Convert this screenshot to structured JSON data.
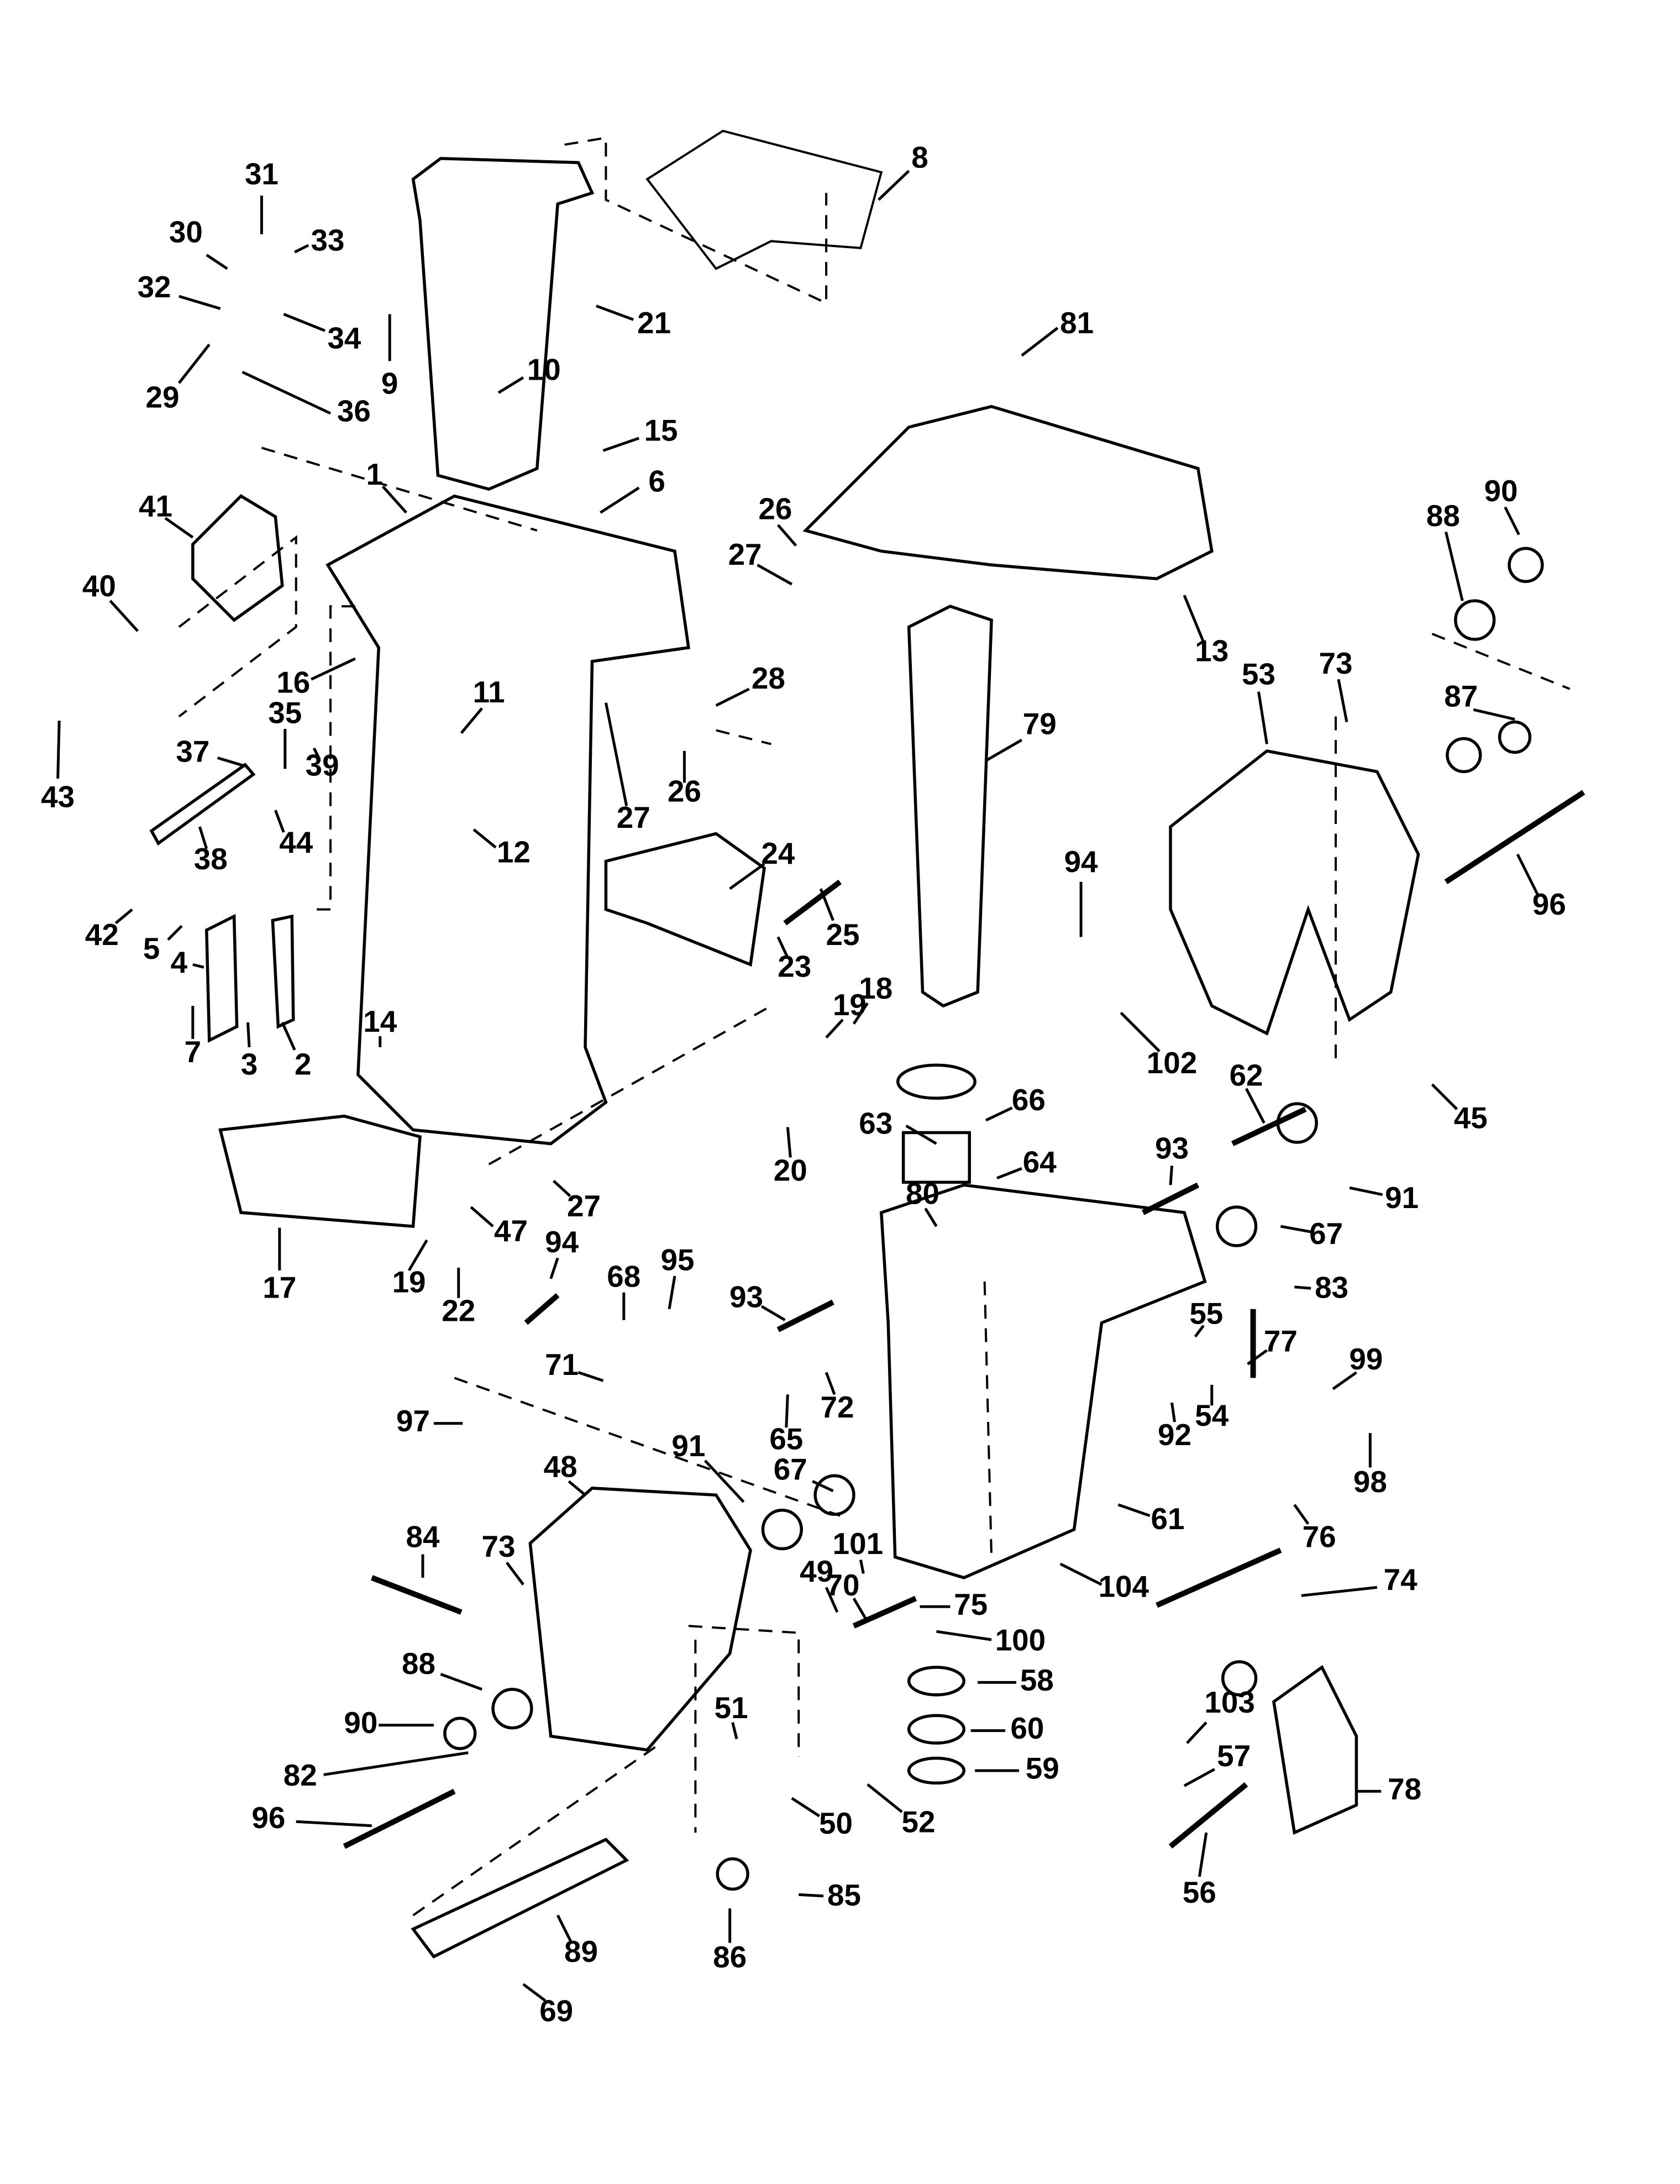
{
  "diagram": {
    "type": "exploded-parts-diagram",
    "subject": "Outboard motor midsection / exhaust housing, swivel bracket and stern bracket assembly",
    "callouts": [
      {
        "id": "1",
        "label": "1"
      },
      {
        "id": "2",
        "label": "2"
      },
      {
        "id": "3",
        "label": "3"
      },
      {
        "id": "4",
        "label": "4"
      },
      {
        "id": "5",
        "label": "5"
      },
      {
        "id": "6",
        "label": "6"
      },
      {
        "id": "7",
        "label": "7"
      },
      {
        "id": "8",
        "label": "8"
      },
      {
        "id": "9",
        "label": "9"
      },
      {
        "id": "10",
        "label": "10"
      },
      {
        "id": "11",
        "label": "11"
      },
      {
        "id": "12",
        "label": "12"
      },
      {
        "id": "13",
        "label": "13"
      },
      {
        "id": "14",
        "label": "14"
      },
      {
        "id": "15",
        "label": "15"
      },
      {
        "id": "16",
        "label": "16"
      },
      {
        "id": "17",
        "label": "17"
      },
      {
        "id": "18",
        "label": "18"
      },
      {
        "id": "19a",
        "label": "19"
      },
      {
        "id": "19b",
        "label": "19"
      },
      {
        "id": "20",
        "label": "20"
      },
      {
        "id": "21",
        "label": "21"
      },
      {
        "id": "22",
        "label": "22"
      },
      {
        "id": "23",
        "label": "23"
      },
      {
        "id": "24",
        "label": "24"
      },
      {
        "id": "25",
        "label": "25"
      },
      {
        "id": "26a",
        "label": "26"
      },
      {
        "id": "26b",
        "label": "26"
      },
      {
        "id": "27a",
        "label": "27"
      },
      {
        "id": "27b",
        "label": "27"
      },
      {
        "id": "27c",
        "label": "27"
      },
      {
        "id": "28",
        "label": "28"
      },
      {
        "id": "29",
        "label": "29"
      },
      {
        "id": "30",
        "label": "30"
      },
      {
        "id": "31",
        "label": "31"
      },
      {
        "id": "32",
        "label": "32"
      },
      {
        "id": "33",
        "label": "33"
      },
      {
        "id": "34",
        "label": "34"
      },
      {
        "id": "35",
        "label": "35"
      },
      {
        "id": "36",
        "label": "36"
      },
      {
        "id": "37",
        "label": "37"
      },
      {
        "id": "38",
        "label": "38"
      },
      {
        "id": "39",
        "label": "39"
      },
      {
        "id": "40",
        "label": "40"
      },
      {
        "id": "41",
        "label": "41"
      },
      {
        "id": "42",
        "label": "42"
      },
      {
        "id": "43",
        "label": "43"
      },
      {
        "id": "44",
        "label": "44"
      },
      {
        "id": "45",
        "label": "45"
      },
      {
        "id": "47",
        "label": "47"
      },
      {
        "id": "48",
        "label": "48"
      },
      {
        "id": "49",
        "label": "49"
      },
      {
        "id": "50",
        "label": "50"
      },
      {
        "id": "51",
        "label": "51"
      },
      {
        "id": "52",
        "label": "52"
      },
      {
        "id": "53",
        "label": "53"
      },
      {
        "id": "54",
        "label": "54"
      },
      {
        "id": "55",
        "label": "55"
      },
      {
        "id": "56",
        "label": "56"
      },
      {
        "id": "57",
        "label": "57"
      },
      {
        "id": "58",
        "label": "58"
      },
      {
        "id": "59",
        "label": "59"
      },
      {
        "id": "60",
        "label": "60"
      },
      {
        "id": "61",
        "label": "61"
      },
      {
        "id": "62",
        "label": "62"
      },
      {
        "id": "63",
        "label": "63"
      },
      {
        "id": "64",
        "label": "64"
      },
      {
        "id": "65",
        "label": "65"
      },
      {
        "id": "66",
        "label": "66"
      },
      {
        "id": "67a",
        "label": "67"
      },
      {
        "id": "67b",
        "label": "67"
      },
      {
        "id": "68",
        "label": "68"
      },
      {
        "id": "69",
        "label": "69"
      },
      {
        "id": "70",
        "label": "70"
      },
      {
        "id": "71",
        "label": "71"
      },
      {
        "id": "72",
        "label": "72"
      },
      {
        "id": "73a",
        "label": "73"
      },
      {
        "id": "73b",
        "label": "73"
      },
      {
        "id": "74",
        "label": "74"
      },
      {
        "id": "75",
        "label": "75"
      },
      {
        "id": "76",
        "label": "76"
      },
      {
        "id": "77",
        "label": "77"
      },
      {
        "id": "78",
        "label": "78"
      },
      {
        "id": "79",
        "label": "79"
      },
      {
        "id": "80",
        "label": "80"
      },
      {
        "id": "81",
        "label": "81"
      },
      {
        "id": "82",
        "label": "82"
      },
      {
        "id": "83",
        "label": "83"
      },
      {
        "id": "84",
        "label": "84"
      },
      {
        "id": "85",
        "label": "85"
      },
      {
        "id": "86",
        "label": "86"
      },
      {
        "id": "87",
        "label": "87"
      },
      {
        "id": "88a",
        "label": "88"
      },
      {
        "id": "88b",
        "label": "88"
      },
      {
        "id": "89",
        "label": "89"
      },
      {
        "id": "90a",
        "label": "90"
      },
      {
        "id": "90b",
        "label": "90"
      },
      {
        "id": "91a",
        "label": "91"
      },
      {
        "id": "91b",
        "label": "91"
      },
      {
        "id": "92",
        "label": "92"
      },
      {
        "id": "93a",
        "label": "93"
      },
      {
        "id": "93b",
        "label": "93"
      },
      {
        "id": "94a",
        "label": "94"
      },
      {
        "id": "94b",
        "label": "94"
      },
      {
        "id": "95",
        "label": "95"
      },
      {
        "id": "96a",
        "label": "96"
      },
      {
        "id": "96b",
        "label": "96"
      },
      {
        "id": "97",
        "label": "97"
      },
      {
        "id": "98",
        "label": "98"
      },
      {
        "id": "99",
        "label": "99"
      },
      {
        "id": "100",
        "label": "100"
      },
      {
        "id": "101",
        "label": "101"
      },
      {
        "id": "102",
        "label": "102"
      },
      {
        "id": "103",
        "label": "103"
      },
      {
        "id": "104",
        "label": "104"
      }
    ]
  }
}
